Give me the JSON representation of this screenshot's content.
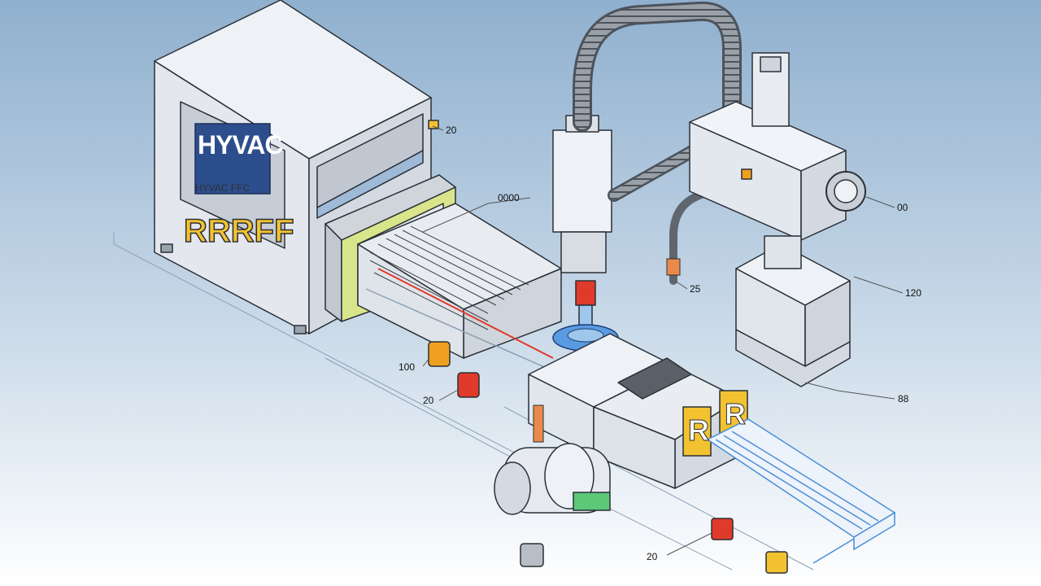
{
  "panel": {
    "logo_text": "HYVAC",
    "model_text": "HYVAC FFC",
    "code_text": "RRRFF"
  },
  "callouts": {
    "c1": "20",
    "c2": "0000",
    "c3": "00",
    "c4": "25",
    "c5": "120",
    "c6": "100",
    "c7": "20",
    "c8": "88",
    "c9": "20"
  },
  "tags": {
    "left_tag": "R",
    "right_tag": "R"
  },
  "colors": {
    "background_top": "#8fb0cf",
    "background_bottom": "#ffffff",
    "logo_blue": "#2d4e8c",
    "accent_yellow": "#f2c230",
    "accent_orange": "#f0a020",
    "accent_red": "#e03a2a",
    "accent_green": "#5cc878"
  }
}
